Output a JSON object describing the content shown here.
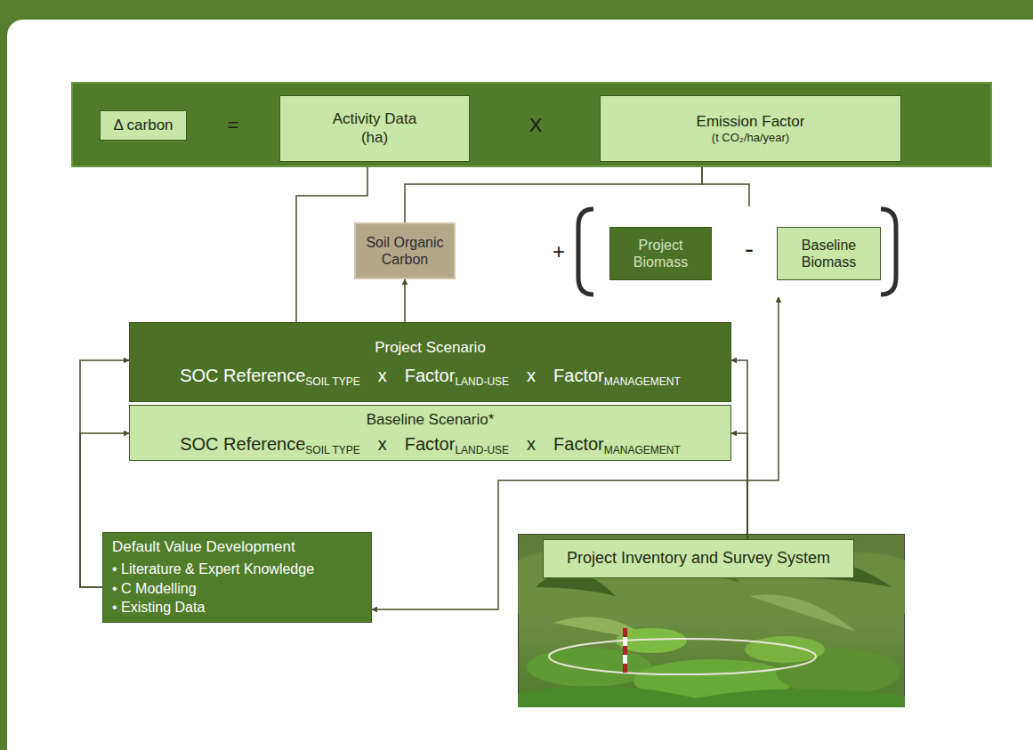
{
  "diagram": {
    "nodes": [
      {
        "text": [
          "=",
          "X"
        ]
      },
      {
        "text": [
          "Δ carbon"
        ],
        "in": 0
      },
      {
        "text": [
          "Activity Data (ha)"
        ],
        "in": 0
      },
      {
        "text": [
          "Emission Factor",
          "(t CO₂/ha/year)"
        ],
        "in": 0
      },
      {
        "text": [
          "Soil Organic Carbon"
        ]
      },
      {
        "text": [
          "-"
        ]
      },
      {
        "text": [
          "Project Biomass"
        ],
        "in": 5
      },
      {
        "text": [
          "Baseline Biomass"
        ],
        "in": 5
      },
      {
        "text": [
          "Project Scenario",
          "SOC Reference",
          "SOIL TYPE",
          "x",
          "Factor",
          "LAND-USE",
          "x",
          "Factor",
          "MANAGEMENT"
        ]
      },
      {
        "text": [
          "Baseline Scenario*",
          "SOC Reference",
          "SOIL TYPE",
          "x",
          "Factor",
          "LAND-USE",
          "x",
          "Factor",
          "MANAGEMENT"
        ]
      },
      {
        "text": [
          "Default Value Development",
          "• Literature & Expert Knowledge",
          "• C Modelling",
          "• Existing Data"
        ]
      },
      {
        "text": [
          "Project Inventory and Survey System"
        ]
      }
    ],
    "edges": [
      {
        "from": 8,
        "to": 2,
        "arrow": "to"
      },
      {
        "from": 8,
        "to": 4,
        "arrow": "to"
      },
      {
        "from": 4,
        "to": 3,
        "arrow": "to"
      },
      {
        "from": 5,
        "to": 3,
        "arrow": "to"
      },
      {
        "from": 11,
        "to": 8,
        "arrow": "to"
      },
      {
        "from": 11,
        "to": 9,
        "arrow": "to"
      },
      {
        "from": 11,
        "to": 5,
        "arrow": "to"
      },
      {
        "from": 11,
        "to": 10,
        "arrow": "to"
      },
      {
        "from": 10,
        "to": 8,
        "arrow": "to"
      },
      {
        "from": 10,
        "to": 9,
        "arrow": "to"
      }
    ],
    "labels": [
      "+"
    ]
  }
}
